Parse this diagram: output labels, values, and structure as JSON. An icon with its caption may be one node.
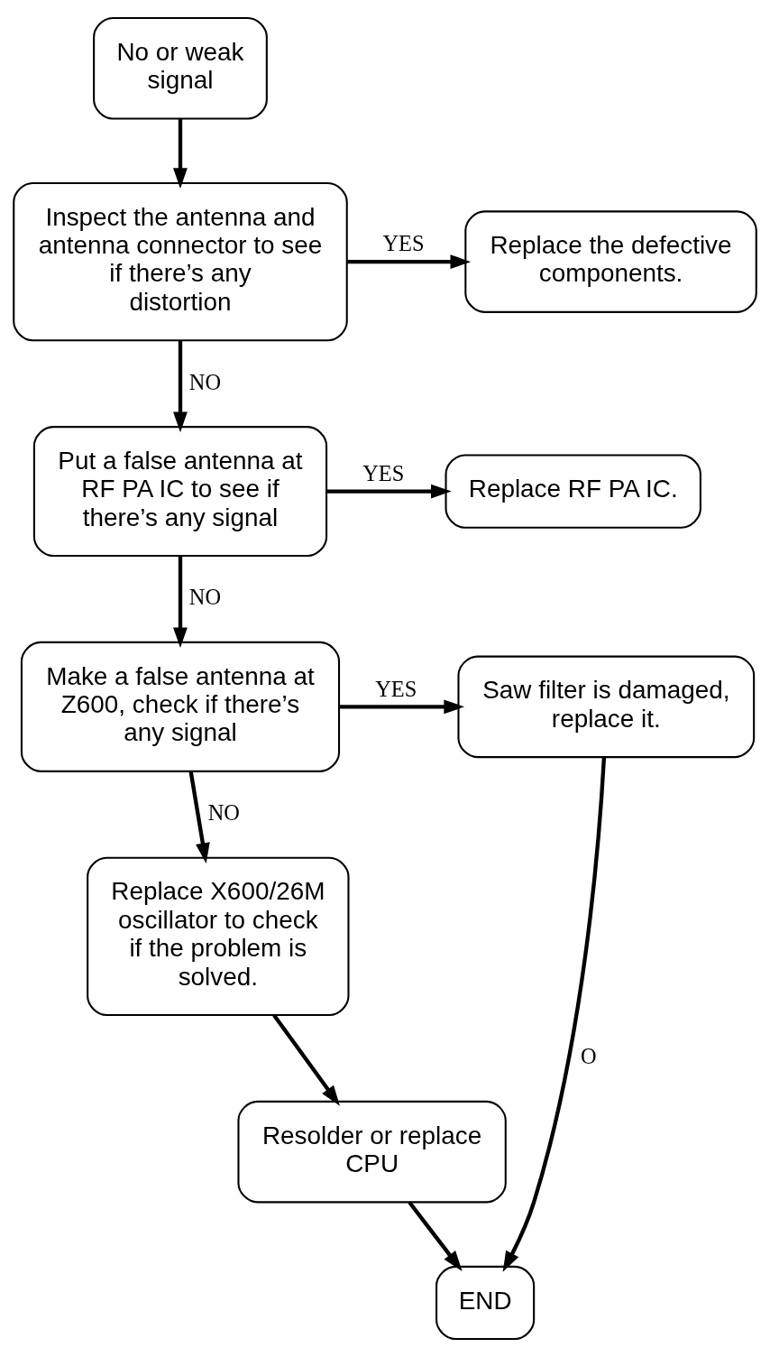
{
  "diagram": {
    "nodes": [
      {
        "text": [
          "No or weak signal"
        ]
      },
      {
        "text": [
          "Inspect the antenna and antenna connector to see if there’s any distortion"
        ]
      },
      {
        "text": [
          "Replace the defective components."
        ]
      },
      {
        "text": [
          "Put a false antenna at RF PA IC to see if there’s any signal"
        ]
      },
      {
        "text": [
          "Replace RF PA IC."
        ]
      },
      {
        "text": [
          "Make a false antenna at Z600, check if there’s any signal"
        ]
      },
      {
        "text": [
          "Saw filter is damaged, replace it."
        ]
      },
      {
        "text": [
          "Replace X600/26M oscillator to check if the problem is solved."
        ]
      },
      {
        "text": [
          "Resolder or replace CPU"
        ]
      },
      {
        "text": [
          "END"
        ]
      }
    ],
    "edges": [
      {
        "from": 0,
        "to": 1,
        "arrow": "to"
      },
      {
        "from": 1,
        "to": 2,
        "arrow": "to",
        "label": "YES"
      },
      {
        "from": 1,
        "to": 3,
        "arrow": "to",
        "label": "NO"
      },
      {
        "from": 3,
        "to": 4,
        "arrow": "to",
        "label": "YES"
      },
      {
        "from": 3,
        "to": 5,
        "arrow": "to",
        "label": "NO"
      },
      {
        "from": 5,
        "to": 6,
        "arrow": "to",
        "label": "YES"
      },
      {
        "from": 5,
        "to": 7,
        "arrow": "to",
        "label": "NO"
      },
      {
        "from": 6,
        "to": 9,
        "arrow": "to",
        "label": "O"
      },
      {
        "from": 7,
        "to": 8,
        "arrow": "to"
      },
      {
        "from": 8,
        "to": 9,
        "arrow": "to"
      }
    ]
  }
}
